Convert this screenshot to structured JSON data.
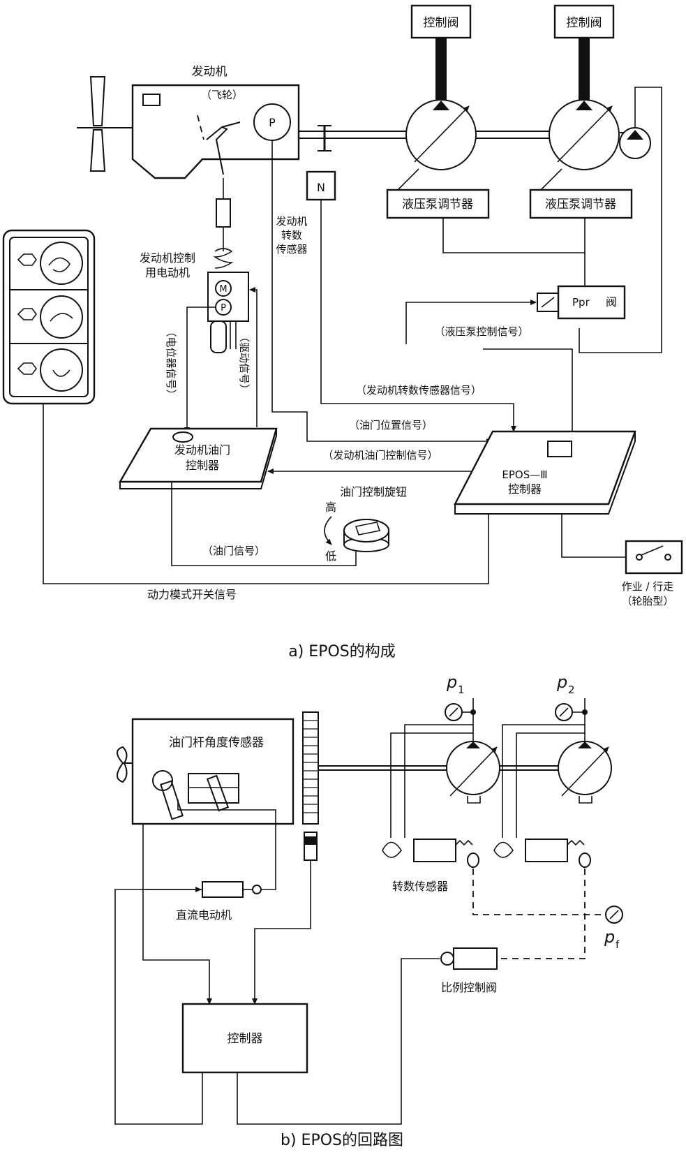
{
  "figure_a": {
    "caption": "a) EPOS的构成",
    "engine": "发动机",
    "flywheel": "（飞轮）",
    "p_symbol": "P",
    "n_symbol": "N",
    "m_symbol": "M",
    "control_valve": "控制阀",
    "pump_regulator": "液压泵调节器",
    "engine_speed_sensor": [
      "发动机",
      "转数",
      "传感器"
    ],
    "engine_control_motor": [
      "发动机控制",
      "用电动机"
    ],
    "potentiometer_signal": "（电位器信号）",
    "drive_signal": "（驱动信号）",
    "ppr_valve": "阀",
    "ppr_symbol": "Ppr",
    "pump_control_signal": "（液压泵控制信号）",
    "engine_speed_sensor_signal": "（发动机转数传感器信号）",
    "throttle_position_signal": "（油门位置信号）",
    "throttle_control_signal": "（发动机油门控制信号）",
    "throttle_controller": [
      "发动机油门",
      "控制器"
    ],
    "epos_controller": [
      "EPOS—Ⅲ",
      "控制器"
    ],
    "throttle_knob": "油门控制旋钮",
    "high": "高",
    "low": "低",
    "throttle_signal": "（油门信号）",
    "power_mode_signal": "动力模式开关信号",
    "work_travel": [
      "作业 / 行走",
      "（轮胎型）"
    ]
  },
  "figure_b": {
    "caption": "b) EPOS的回路图",
    "p1": "p",
    "p1_sub": "1",
    "p2": "p",
    "p2_sub": "2",
    "pf": "p",
    "pf_sub": "f",
    "throttle_angle_sensor": "油门杆角度传感器",
    "speed_sensor": "转数传感器",
    "dc_motor": "直流电动机",
    "proportional_valve": "比例控制阀",
    "controller": "控制器"
  }
}
